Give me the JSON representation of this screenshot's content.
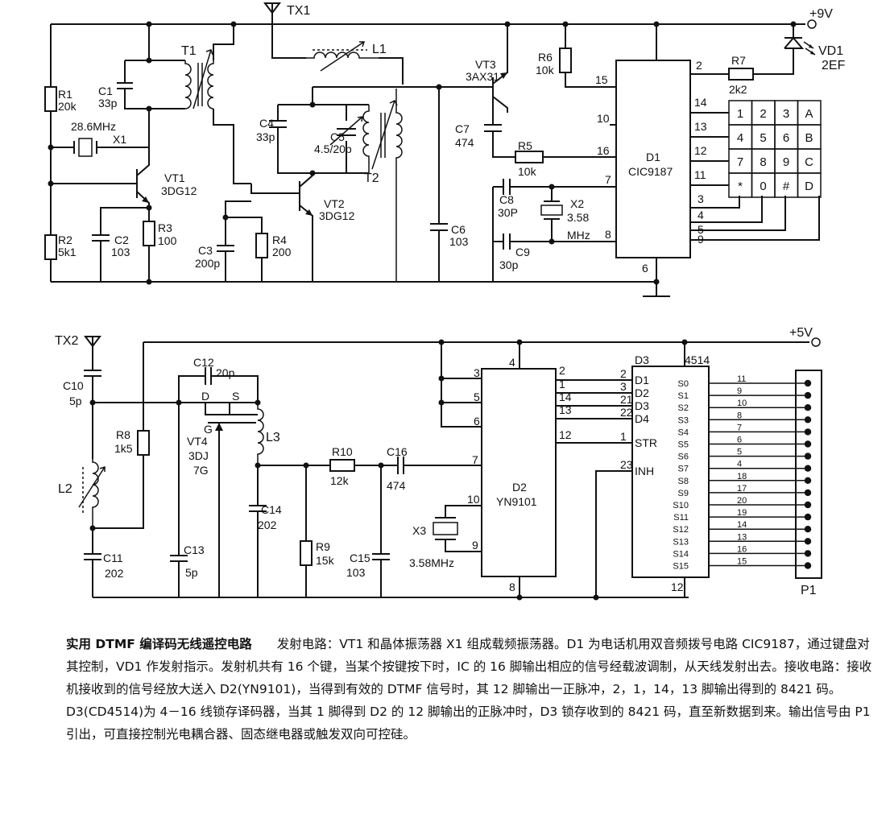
{
  "tx": {
    "antenna": "TX1",
    "supply": "+9V",
    "r1": "R1",
    "r1v": "20k",
    "c1": "C1",
    "c1v": "33p",
    "t1": "T1",
    "xtal_freq": "28.6MHz",
    "x1": "X1",
    "vt1": "VT1",
    "vt1t": "3DG12",
    "r2": "R2",
    "r2v": "5k1",
    "c2": "C2",
    "c2v": "103",
    "r3": "R3",
    "r3v": "100",
    "c3": "C3",
    "c3v": "200p",
    "r4": "R4",
    "r4v": "200",
    "c4": "C4",
    "c4v": "33p",
    "c5": "C5",
    "c5v": "4.5/20p",
    "t2": "T2",
    "vt2": "VT2",
    "vt2t": "3DG12",
    "l1": "L1",
    "c6": "C6",
    "c6v": "103",
    "vt3": "VT3",
    "vt3t": "3AX31",
    "c7": "C7",
    "c7v": "474",
    "r5": "R5",
    "r5v": "10k",
    "r6": "R6",
    "r6v": "10k",
    "c8": "C8",
    "c8v": "30P",
    "c9": "C9",
    "c9v": "30p",
    "x2": "X2",
    "x2v": "3.58",
    "x2u": "MHz",
    "d1": "D1",
    "d1t": "CIC9187",
    "r7": "R7",
    "r7v": "2k2",
    "vd1": "VD1",
    "vd1t": "2EF",
    "d1_pins": {
      "p2": "2",
      "p15": "15",
      "p10": "10",
      "p16": "16",
      "p7": "7",
      "p8": "8",
      "p6": "6",
      "p14": "14",
      "p13": "13",
      "p12": "12",
      "p11": "11",
      "p3": "3",
      "p4": "4",
      "p5": "5",
      "p9": "9"
    },
    "keys": [
      "1",
      "2",
      "3",
      "A",
      "4",
      "5",
      "6",
      "B",
      "7",
      "8",
      "9",
      "C",
      "*",
      "0",
      "#",
      "D"
    ]
  },
  "rx": {
    "antenna": "TX2",
    "supply": "+5V",
    "c10": "C10",
    "c10v": "5p",
    "r8": "R8",
    "r8v": "1k5",
    "l2": "L2",
    "c11": "C11",
    "c11v": "202",
    "c12": "C12",
    "c12v": "20p",
    "vt4": "VT4",
    "vt4t": "3DJ",
    "vt4t2": "7G",
    "pin_d": "D",
    "pin_s": "S",
    "pin_g": "G",
    "l3": "L3",
    "c13": "C13",
    "c13v": "5p",
    "c14": "C14",
    "c14v": "202",
    "r10": "R10",
    "r10v": "12k",
    "r9": "R9",
    "r9v": "15k",
    "c15": "C15",
    "c15v": "103",
    "c16": "C16",
    "c16v": "474",
    "x3": "X3",
    "x3v": "3.58MHz",
    "d2": "D2",
    "d2t": "YN9101",
    "d2_pins": {
      "p4": "4",
      "p3": "3",
      "p5": "5",
      "p6": "6",
      "p7": "7",
      "p10": "10",
      "p9": "9",
      "p8": "8",
      "p2": "2",
      "p1": "1",
      "p14": "14",
      "p13": "13",
      "p12": "12"
    },
    "d3": "D3",
    "d3t": "4514",
    "d3_in": [
      {
        "pin": "2",
        "name": "D1"
      },
      {
        "pin": "3",
        "name": "D2"
      },
      {
        "pin": "21",
        "name": "D3"
      },
      {
        "pin": "22",
        "name": "D4"
      }
    ],
    "d3_ctrl": [
      {
        "pin": "1",
        "name": "STR"
      },
      {
        "pin": "23",
        "name": "INH"
      }
    ],
    "d3_gnd": "12",
    "outputs": [
      {
        "name": "S0",
        "pin": "11"
      },
      {
        "name": "S1",
        "pin": "9"
      },
      {
        "name": "S2",
        "pin": "10"
      },
      {
        "name": "S3",
        "pin": "8"
      },
      {
        "name": "S4",
        "pin": "7"
      },
      {
        "name": "S5",
        "pin": "6"
      },
      {
        "name": "S6",
        "pin": "5"
      },
      {
        "name": "S7",
        "pin": "4"
      },
      {
        "name": "S8",
        "pin": "18"
      },
      {
        "name": "S9",
        "pin": "17"
      },
      {
        "name": "S10",
        "pin": "20"
      },
      {
        "name": "S11",
        "pin": "19"
      },
      {
        "name": "S12",
        "pin": "14"
      },
      {
        "name": "S13",
        "pin": "13"
      },
      {
        "name": "S14",
        "pin": "16"
      },
      {
        "name": "S15",
        "pin": "15"
      }
    ],
    "p1": "P1"
  },
  "caption": {
    "title": "实用 DTMF 编译码无线遥控电路",
    "body": "发射电路：VT1 和晶体振荡器 X1 组成载频振荡器。D1 为电话机用双音频拨号电路 CIC9187，通过键盘对其控制，VD1 作发射指示。发射机共有 16 个键，当某个按键按下时，IC 的 16 脚输出相应的信号经载波调制，从天线发射出去。接收电路：接收机接收到的信号经放大送入 D2(YN9101)，当得到有效的 DTMF 信号时，其 12 脚输出一正脉冲，2，1，14，13 脚输出得到的 8421 码。D3(CD4514)为 4－16 线锁存译码器，当其 1 脚得到 D2 的 12 脚输出的正脉冲时，D3 锁存收到的 8421 码，直至新数据到来。输出信号由 P1 引出，可直接控制光电耦合器、固态继电器或触发双向可控硅。"
  }
}
